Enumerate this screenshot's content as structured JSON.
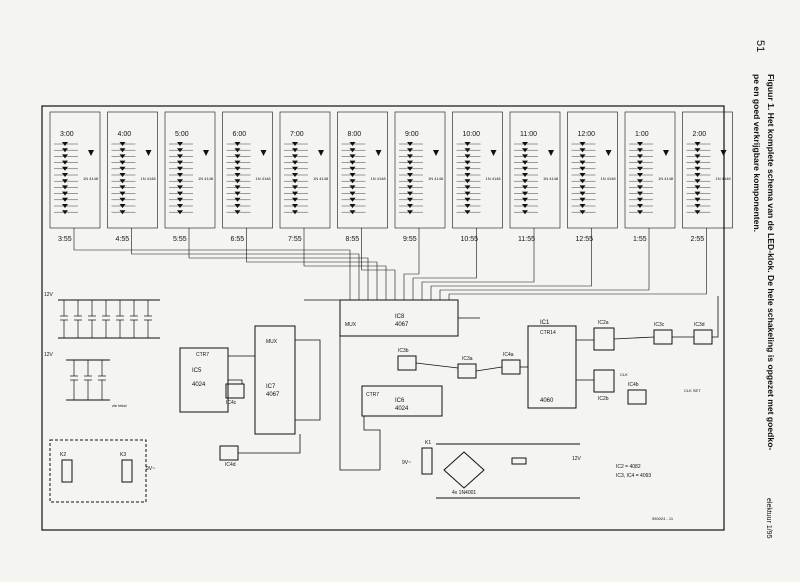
{
  "page_number": "51",
  "caption": {
    "line1": "Figuur 1. Het komplete schema van de LED-klok. De hele schakeling is opgezet met goedko-",
    "line2": "pe en goed verkrijgbare komponenten."
  },
  "journal": "elektuur 1/95",
  "figure_code": "950024 - 11",
  "led_columns": [
    {
      "top": "3:00",
      "bottom": "3:55"
    },
    {
      "top": "4:00",
      "bottom": "4:55"
    },
    {
      "top": "5:00",
      "bottom": "5:55"
    },
    {
      "top": "6:00",
      "bottom": "6:55"
    },
    {
      "top": "7:00",
      "bottom": "7:55"
    },
    {
      "top": "8:00",
      "bottom": "8:55"
    },
    {
      "top": "9:00",
      "bottom": "9:55"
    },
    {
      "top": "10:00",
      "bottom": "10:55"
    },
    {
      "top": "11:00",
      "bottom": "11:55"
    },
    {
      "top": "12:00",
      "bottom": "12:55"
    },
    {
      "top": "1:00",
      "bottom": "1:55"
    },
    {
      "top": "2:00",
      "bottom": "2:55"
    }
  ],
  "diode_label": "1N 4148",
  "ics": {
    "ic5": {
      "name": "IC5",
      "type": "4024",
      "ctr": "CTR7"
    },
    "ic7": {
      "name": "IC7",
      "type": "4067",
      "mux": "MUX"
    },
    "ic8": {
      "name": "IC8",
      "type": "4067",
      "mux": "MUX"
    },
    "ic6": {
      "name": "IC6",
      "type": "4024",
      "ctr": "CTR7"
    },
    "ic1": {
      "name": "IC1",
      "type": "4060",
      "ctr": "CTR14"
    },
    "ic4c": "IC4c",
    "ic4d": "IC4d",
    "ic3a": "IC3a",
    "ic3b": "IC3b",
    "ic3c": "IC3c",
    "ic3d": "IC3d",
    "ic4a": "IC4a",
    "ic4b": "IC4b",
    "ic2a": "IC2a",
    "ic2b": "IC2b"
  },
  "supply": {
    "v12": "12V",
    "v9": "9V~"
  },
  "notes": {
    "ic2": "IC2 = 4082",
    "ic34": "IC3, IC4 = 4093"
  },
  "bridge": "4x 1N4001",
  "relay_labels": {
    "k1": "K1",
    "k2": "K2",
    "k3": "K3"
  },
  "clk_set": "CLK SET",
  "clk": "CLK",
  "zie_tekst": "zie tekst"
}
